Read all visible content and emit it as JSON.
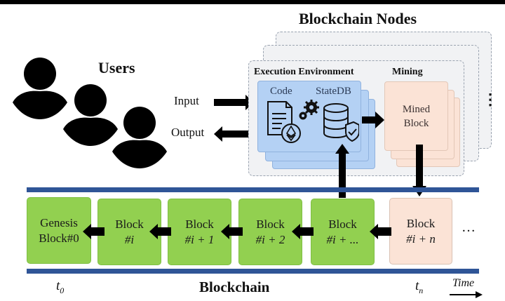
{
  "titles": {
    "users": "Users",
    "nodes": "Blockchain Nodes",
    "blockchain": "Blockchain"
  },
  "flows": {
    "input": "Input",
    "output": "Output"
  },
  "node": {
    "execution_env": "Execution Environment",
    "mining": "Mining",
    "code": "Code",
    "statedb": "StateDB",
    "mined_block_line1": "Mined",
    "mined_block_line2": "Block",
    "more_nodes": "⋮"
  },
  "chain": {
    "blocks": [
      {
        "line1": "Genesis",
        "line2": "Block#0",
        "state": "confirmed"
      },
      {
        "line1": "Block",
        "line2": "#i",
        "state": "confirmed"
      },
      {
        "line1": "Block",
        "line2": "#i + 1",
        "state": "confirmed"
      },
      {
        "line1": "Block",
        "line2": "#i + 2",
        "state": "confirmed"
      },
      {
        "line1": "Block",
        "line2": "#i + ...",
        "state": "confirmed"
      },
      {
        "line1": "Block",
        "line2": "#i + n",
        "state": "new"
      }
    ],
    "ellipsis": "…",
    "t_start": "t",
    "t_start_sub": "0",
    "t_end": "t",
    "t_end_sub": "n",
    "time_label": "Time"
  },
  "colors": {
    "block_green": "#92d050",
    "block_peach": "#fbe3d6",
    "env_blue": "#b4d1f4",
    "rail_blue": "#2f5597"
  }
}
